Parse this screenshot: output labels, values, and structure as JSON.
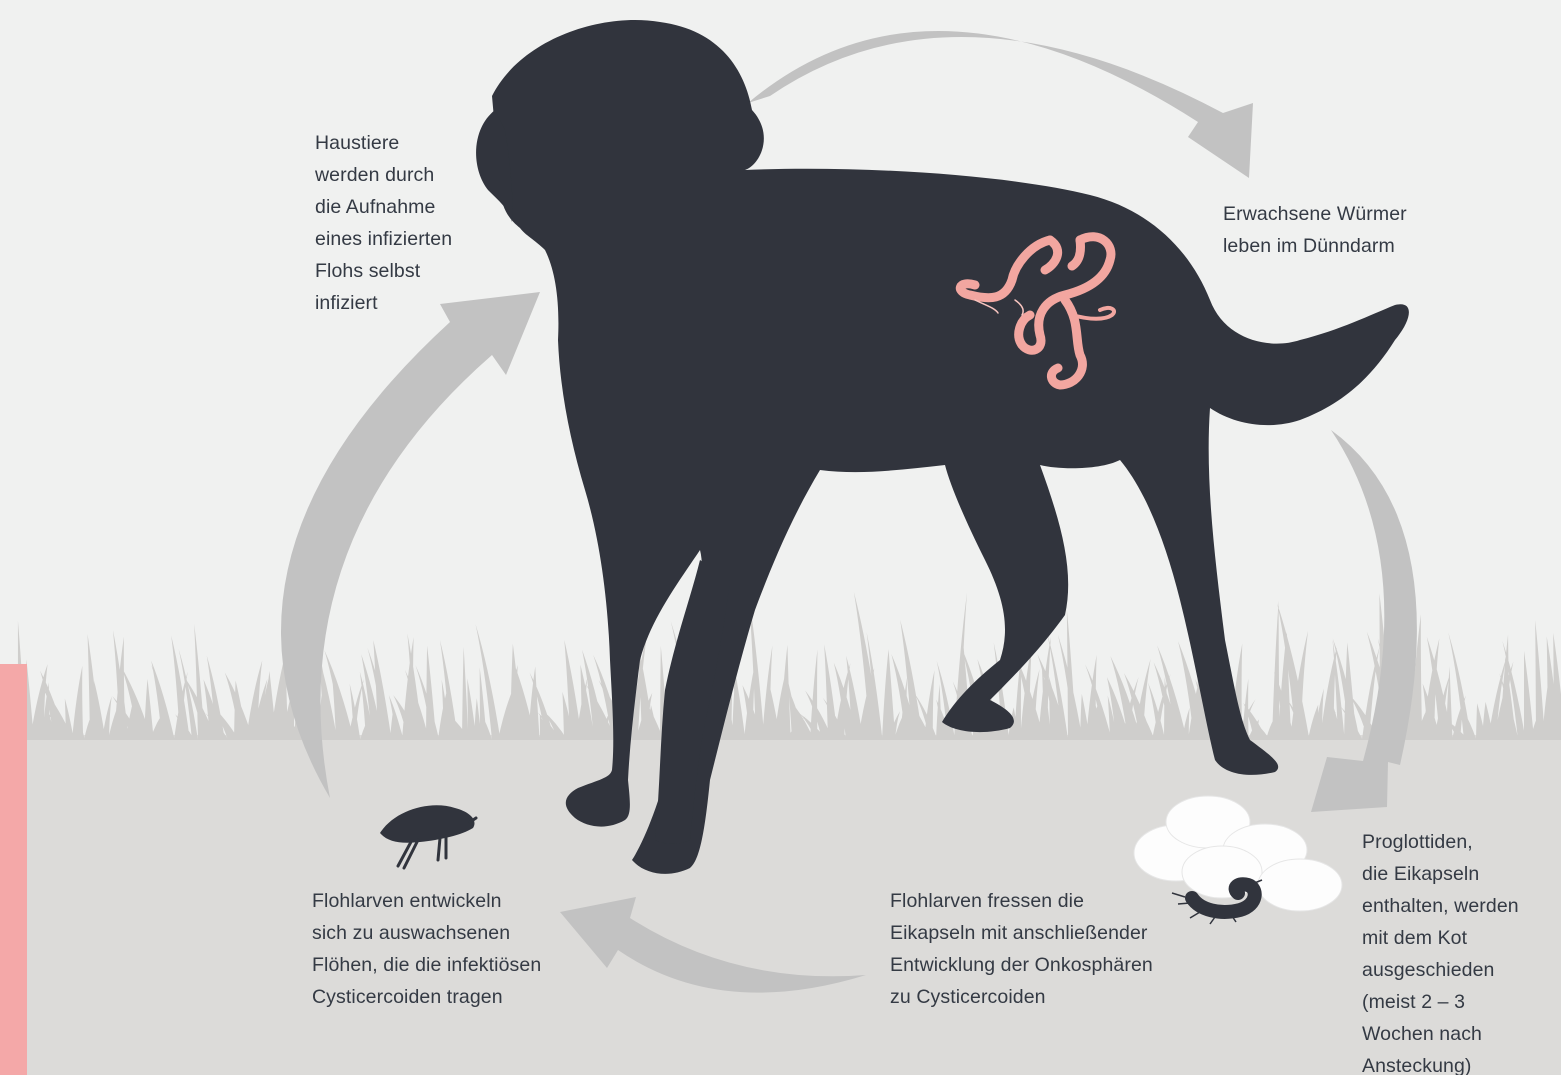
{
  "labels": {
    "infection": "Haustiere\nwerden durch\ndie Aufnahme\neines infizierten\nFlohs selbst\ninfiziert",
    "adult_worms": "Erwachsene Würmer\nleben im Dünndarm",
    "proglottids": "Proglottiden,\ndie Eikapseln\nenthalten, werden\nmit dem Kot\nausgeschieden\n(meist 2 – 3\nWochen nach\nAnsteckung)",
    "larvae_eat": "Flohlarven fressen die\nEikapseln mit anschließender\nEntwicklung der Onkosphären\nzu Cysticercoiden",
    "larvae_develop": "Flohlarven entwickeln\nsich zu auswachsenen\nFlöhen, die die infektiösen\nCysticercoiden tragen"
  },
  "colors": {
    "background": "#f0f1f0",
    "ground": "#dcdbd9",
    "grass": "#cfcecc",
    "dog": "#31343d",
    "arrow": "#c2c2c2",
    "worm": "#f2a6a0",
    "egg": "#ffffff",
    "accent": "#f4a8a8",
    "text": "#343a44"
  },
  "icons": [
    "dog-silhouette",
    "tapeworm-icon",
    "flea-icon",
    "flea-larva-icon",
    "egg-capsules-icon",
    "cycle-arrow"
  ]
}
